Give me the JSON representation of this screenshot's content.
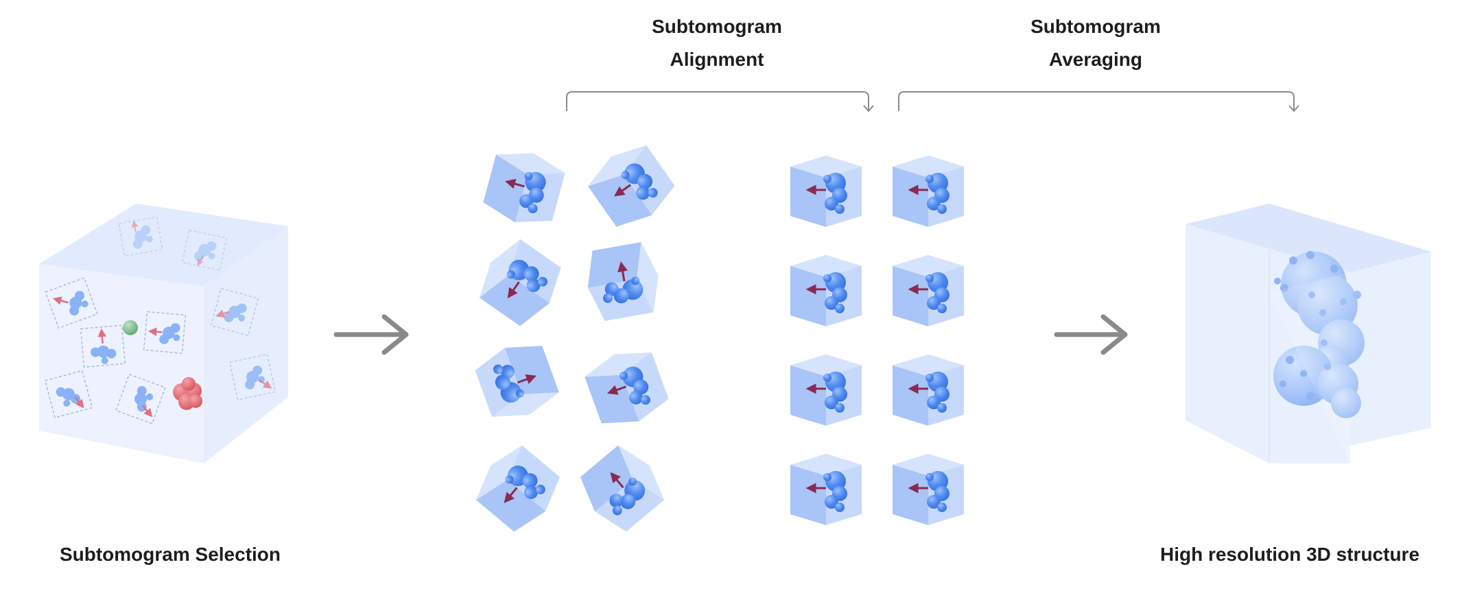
{
  "labels": {
    "alignment_line1": "Subtomogram",
    "alignment_line2": "Alignment",
    "averaging_line1": "Subtomogram",
    "averaging_line2": "Averaging",
    "selection": "Subtomogram Selection",
    "result": "High resolution 3D structure"
  },
  "colors": {
    "cube_light": "#dbe6fb",
    "cube_face_a": "#c3d6fa",
    "cube_face_b": "#a9c4f6",
    "cube_face_c": "#d3e1fc",
    "particle": "#4f8af0",
    "particle_light": "#8ab3f7",
    "direction_arrow": "#8a2a52",
    "small_arrow": "#e0707e",
    "flow_arrow": "#8a8a8a",
    "bracket": "#8a8a8a",
    "contaminant_red": "#e06b74",
    "contaminant_green": "#7cbf8e"
  },
  "icons": {
    "flow_arrow": "right-arrow-icon",
    "bracket": "bracket-arrow-icon",
    "tomogram": "tomogram-cube-icon",
    "subtomogram": "subtomogram-cube-icon",
    "map": "density-map-icon"
  },
  "grids": {
    "unaligned_count": 8,
    "aligned_count": 8
  }
}
